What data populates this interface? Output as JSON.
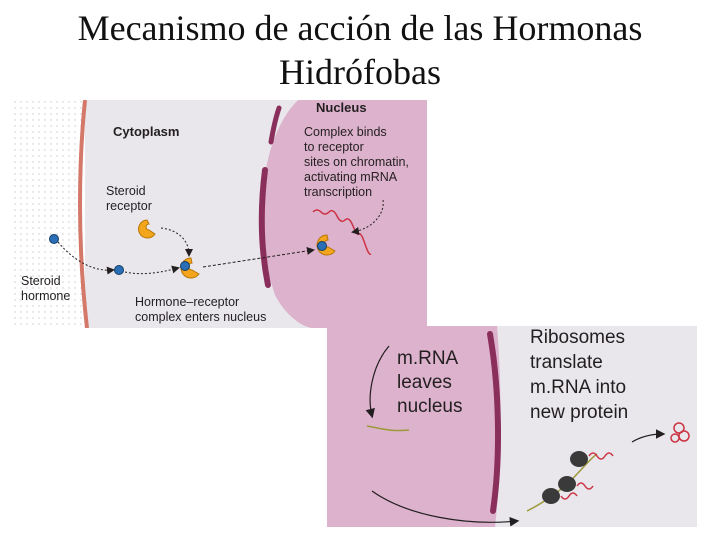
{
  "slide": {
    "title_line1": "Mecanismo de acción de las Hormonas",
    "title_line2": "Hidrófobas"
  },
  "top_panel": {
    "cytoplasm": "Cytoplasm",
    "nucleus": "Nucleus",
    "steroid_receptor": [
      "Steroid",
      "receptor"
    ],
    "steroid_hormone": [
      "Steroid",
      "hormone"
    ],
    "hormone_receptor_complex": [
      "Hormone–receptor",
      "complex enters nucleus"
    ],
    "complex_binds": [
      "Complex binds",
      "to receptor",
      "sites on chromatin,",
      "activating mRNA",
      "transcription"
    ]
  },
  "bottom_panel": {
    "mrna_leaves": [
      "m.RNA",
      "leaves",
      "nucleus"
    ],
    "ribosomes_translate": [
      "Ribosomes",
      "translate",
      "m.RNA into",
      "new protein"
    ]
  },
  "colors": {
    "cytoplasm_bg": "#e9e7ec",
    "nucleus_fill": "#dcb2cc",
    "membrane": "#d4796a",
    "envelope": "#8a2f5c",
    "receptor": "#f3a51c",
    "hormone": "#2a6fb5",
    "mrna": "#cc3344",
    "ribosome": "#3a3a3a"
  }
}
